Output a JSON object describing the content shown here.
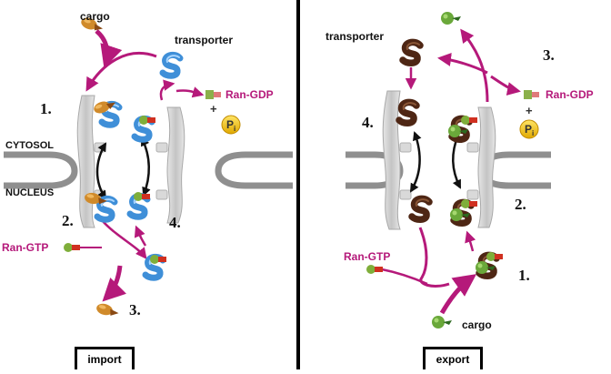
{
  "import_panel": {
    "cargo_label": "cargo",
    "transporter_label": "transporter",
    "ran_gdp_label": "Ran-GDP",
    "ran_gtp_label": "Ran-GTP",
    "plus_sign": "+",
    "pi_label": "P",
    "pi_sub": "i",
    "cytosol_label": "CYTOSOL",
    "nucleus_label": "NUCLEUS",
    "step_1": "1.",
    "step_2": "2.",
    "step_3": "3.",
    "step_4": "4.",
    "caption": "import"
  },
  "export_panel": {
    "transporter_label": "transporter",
    "ran_gdp_label": "Ran-GDP",
    "ran_gtp_label": "Ran-GTP",
    "cargo_label": "cargo",
    "plus_sign": "+",
    "pi_label": "P",
    "pi_sub": "i",
    "step_1": "1.",
    "step_2": "2.",
    "step_3": "3.",
    "step_4": "4.",
    "caption": "export"
  },
  "colors": {
    "arrow_magenta": "#b5197a",
    "import_transporter_blue": "#4a9fe0",
    "export_transporter_brown": "#5a2e1a",
    "cargo_orange": "#d08a2a",
    "export_cargo_green": "#6aa83a",
    "ran_red": "#d03020",
    "membrane_gray": "#8f8f8f",
    "pore_gray": "#cfcfcf",
    "pi_yellow": "#f2c20c",
    "divider_black": "#000000"
  }
}
